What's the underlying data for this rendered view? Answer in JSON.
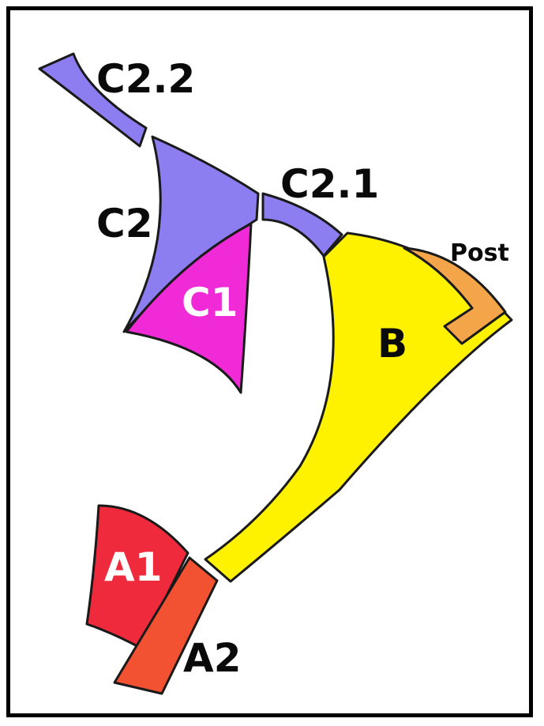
{
  "colors": {
    "frame": "#000000",
    "region_c2": "#8c7ef0",
    "region_c1": "#f02ad6",
    "region_b": "#fff200",
    "region_post": "#f4a449",
    "region_a1": "#ee2a3c",
    "region_a2": "#f25232",
    "label_dark": "#0a0a0a",
    "label_light": "#ffffff"
  },
  "labels": {
    "c2_2": "C2.2",
    "c2_1": "C2.1",
    "c2": "C2",
    "c1": "C1",
    "post": "Post",
    "b": "B",
    "a1": "A1",
    "a2": "A2"
  }
}
